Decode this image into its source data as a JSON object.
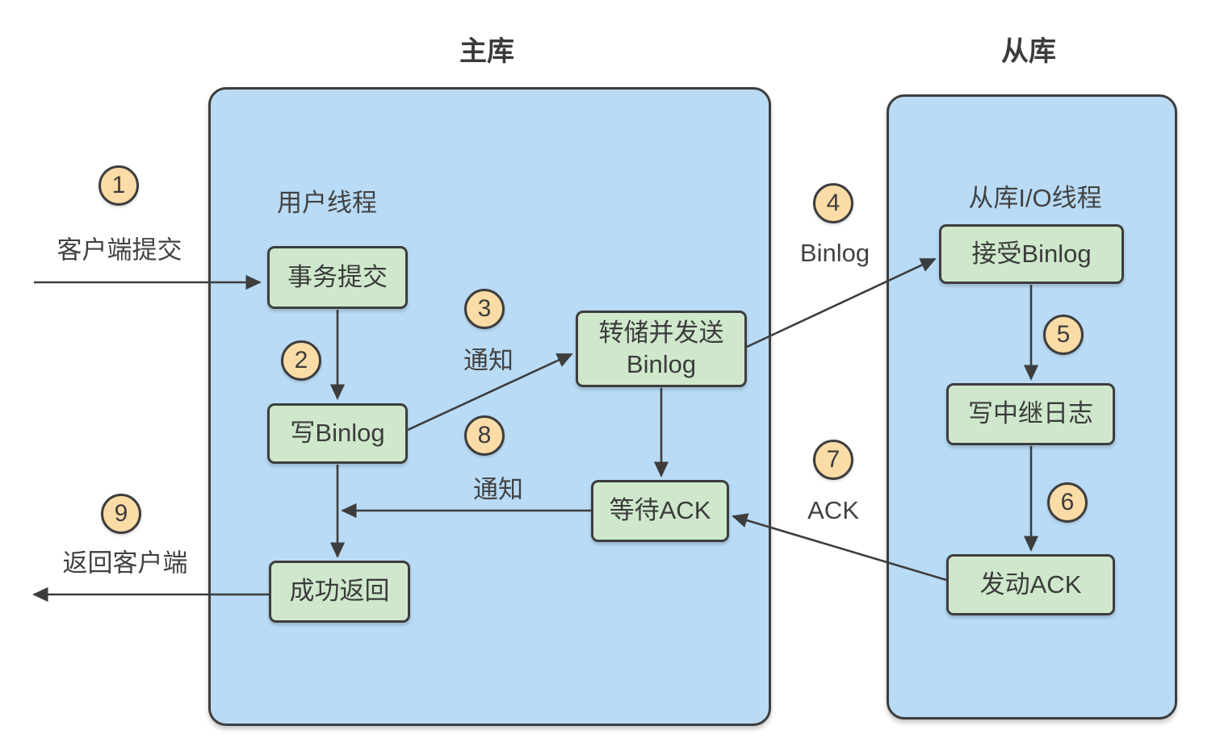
{
  "master": {
    "title": "主库",
    "thread_label": "用户线程",
    "nodes": {
      "transaction_commit": "事务提交",
      "write_binlog": "写Binlog",
      "dump_send_line1": "转储并发送",
      "dump_send_line2": "Binlog",
      "wait_ack": "等待ACK",
      "success_return": "成功返回"
    }
  },
  "slave": {
    "title": "从库",
    "thread_label": "从库I/O线程",
    "nodes": {
      "receive_binlog": "接受Binlog",
      "write_relay_log": "写中继日志",
      "send_ack": "发动ACK"
    }
  },
  "steps": [
    {
      "num": "1",
      "label": "客户端提交"
    },
    {
      "num": "2",
      "label": ""
    },
    {
      "num": "3",
      "label": "通知"
    },
    {
      "num": "4",
      "label": "Binlog"
    },
    {
      "num": "5",
      "label": ""
    },
    {
      "num": "6",
      "label": ""
    },
    {
      "num": "7",
      "label": "ACK"
    },
    {
      "num": "8",
      "label": "通知"
    },
    {
      "num": "9",
      "label": "返回客户端"
    }
  ],
  "colors": {
    "container_fill": "#b9dbf5",
    "node_fill": "#cfe8cc",
    "step_circle_fill": "#fbdca6",
    "stroke": "#3d3d3d"
  }
}
